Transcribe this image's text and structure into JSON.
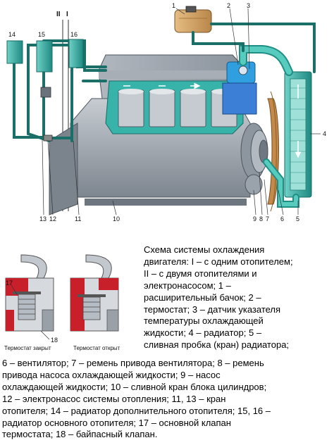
{
  "diagram": {
    "title": "Схема системы охлаждения",
    "roman_labels": [
      "II",
      "I"
    ],
    "part_numbers": {
      "n1": "1",
      "n2": "2",
      "n3": "3",
      "n4": "4",
      "n5": "5",
      "n6": "6",
      "n7": "7",
      "n8": "8",
      "n9": "9",
      "n10": "10",
      "n11": "11",
      "n12": "12",
      "n13": "13",
      "n14": "14",
      "n15": "15",
      "n16": "16",
      "n17": "17",
      "n18": "18"
    },
    "thermostat_closed_label": "Термостат закрыт",
    "thermostat_open_label": "Термостат открыт",
    "colors": {
      "coolant": "#2aa8a0",
      "coolant_dark": "#14706a",
      "engine_metal": "#9aa3ad",
      "engine_dark": "#5d6670",
      "tank": "#d9a866",
      "fan": "#c48a4a",
      "thermostat_red": "#c8202a"
    }
  },
  "caption": {
    "right_lines": [
      "Схема системы охлаждения",
      "двигателя: I – с одним отопителем;",
      "II – с двумя отопителями и",
      "электронасосом; 1 –",
      "расширительный бачок; 2 –",
      "термостат; 3 – датчик указателя",
      "температуры охлаждающей",
      "жидкости; 4 – радиатор; 5 –",
      "сливная пробка (кран) радиатора;"
    ],
    "bottom_lines": [
      "6 – вентилятор; 7 – ремень привода вентилятора; 8 – ремень",
      "привода насоса охлаждающей жидкости; 9 – насос",
      "охлаждающей жидкости; 10 – сливной кран блока цилиндров;",
      "12 – электронасос системы отопления; 11, 13 – кран",
      "отопителя; 14 – радиатор дополнительного отопителя; 15, 16 –",
      "радиатор основного отопителя; 17 – основной клапан",
      "термостата; 18 – байпасный клапан."
    ]
  }
}
